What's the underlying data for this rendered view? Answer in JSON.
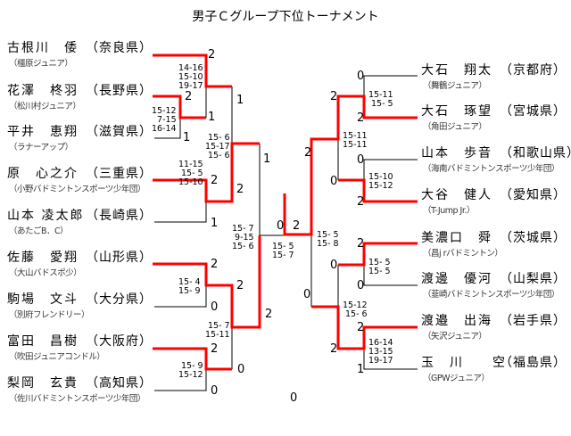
{
  "title": "男子Ｃグループ下位トーナメント",
  "colors": {
    "winner_line": "#ff0000",
    "loser_line": "#000000"
  },
  "left_players": [
    {
      "name": "古根川　倭",
      "pref": "（奈良県）",
      "club": "（橿原ジュニア）"
    },
    {
      "name": "花澤　柊羽",
      "pref": "（長野県）",
      "club": "（松川村ジュニア）"
    },
    {
      "name": "平井　恵翔",
      "pref": "（滋賀県）",
      "club": "（ラナーアップ）"
    },
    {
      "name": "原　心之介",
      "pref": "（三重県）",
      "club": "（小野バドミントンスポーツ少年団）"
    },
    {
      "name": "山本 凌太郎",
      "pref": "（長崎県）",
      "club": "（あたごB．C）"
    },
    {
      "name": "佐藤　愛翔",
      "pref": "（山形県）",
      "club": "（大山バドスポ少）"
    },
    {
      "name": "駒場　文斗",
      "pref": "（大分県）",
      "club": "（別府フレンドリー）"
    },
    {
      "name": "富田　昌樹",
      "pref": "（大阪府）",
      "club": "（吹田ジュニアコンドル）"
    },
    {
      "name": "梨岡　玄貴",
      "pref": "（高知県）",
      "club": "（佐川バドミントンスポーツ少年団）"
    }
  ],
  "right_players": [
    {
      "name": "大石　翔太",
      "pref": "（京都府）",
      "club": "（舞鶴ジュニア）"
    },
    {
      "name": "大石　琢望",
      "pref": "（宮城県）",
      "club": "（角田ジュニア）"
    },
    {
      "name": "山本　歩音",
      "pref": "（和歌山県）",
      "club": "（海南バドミントンスポーツ少年団）"
    },
    {
      "name": "大谷　健人",
      "pref": "（愛知県）",
      "club": "（T-Jump Jr.）"
    },
    {
      "name": "美濃口　舜",
      "pref": "（茨城県）",
      "club": "（昌j rバドミントン）"
    },
    {
      "name": "渡邊　優河",
      "pref": "（山梨県）",
      "club": "（韮崎バドミントンスポーツ少年団）"
    },
    {
      "name": "渡邉　出海",
      "pref": "（岩手県）",
      "club": "（矢沢ジュニア）"
    },
    {
      "name": "玉　川　　空",
      "pref": "（福島県）",
      "club": "（GPWジュニア）"
    }
  ],
  "scores": [
    {
      "lines": [
        "14-16",
        "15-10",
        "19-17"
      ]
    },
    {
      "lines": [
        "15-12",
        "7-15",
        "16-14"
      ]
    },
    {
      "lines": [
        "15- 6",
        "15-17",
        "15- 6"
      ]
    },
    {
      "lines": [
        "11-15",
        "15- 5",
        "15-10"
      ]
    },
    {
      "lines": [
        "15- 7",
        "9-15",
        "15- 6"
      ]
    },
    {
      "lines": [
        "15- 4",
        "15- 9"
      ]
    },
    {
      "lines": [
        "15- 7",
        "15-11"
      ]
    },
    {
      "lines": [
        "15- 9",
        "15-12"
      ]
    },
    {
      "lines": [
        "15- 5",
        "15- 7"
      ]
    },
    {
      "lines": [
        "15- 5",
        "15- 8"
      ]
    },
    {
      "lines": [
        "15-11",
        "15- 5"
      ]
    },
    {
      "lines": [
        "15-11",
        "15-11"
      ]
    },
    {
      "lines": [
        "15-10",
        "15-12"
      ]
    },
    {
      "lines": [
        "15- 5",
        "15- 5"
      ]
    },
    {
      "lines": [
        "15-12",
        "15- 6"
      ]
    },
    {
      "lines": [
        "16-14",
        "13-15",
        "19-17"
      ]
    }
  ],
  "round_results": [
    "2",
    "2",
    "1",
    "1",
    "1",
    "2",
    "2",
    "1",
    "1",
    "2",
    "0",
    "2",
    "0",
    "2",
    "0",
    "2",
    "0",
    "0",
    "2",
    "0",
    "2",
    "2",
    "0",
    "0",
    "2",
    "2",
    "2",
    "0",
    "0",
    "2",
    "0",
    "2",
    "1"
  ]
}
